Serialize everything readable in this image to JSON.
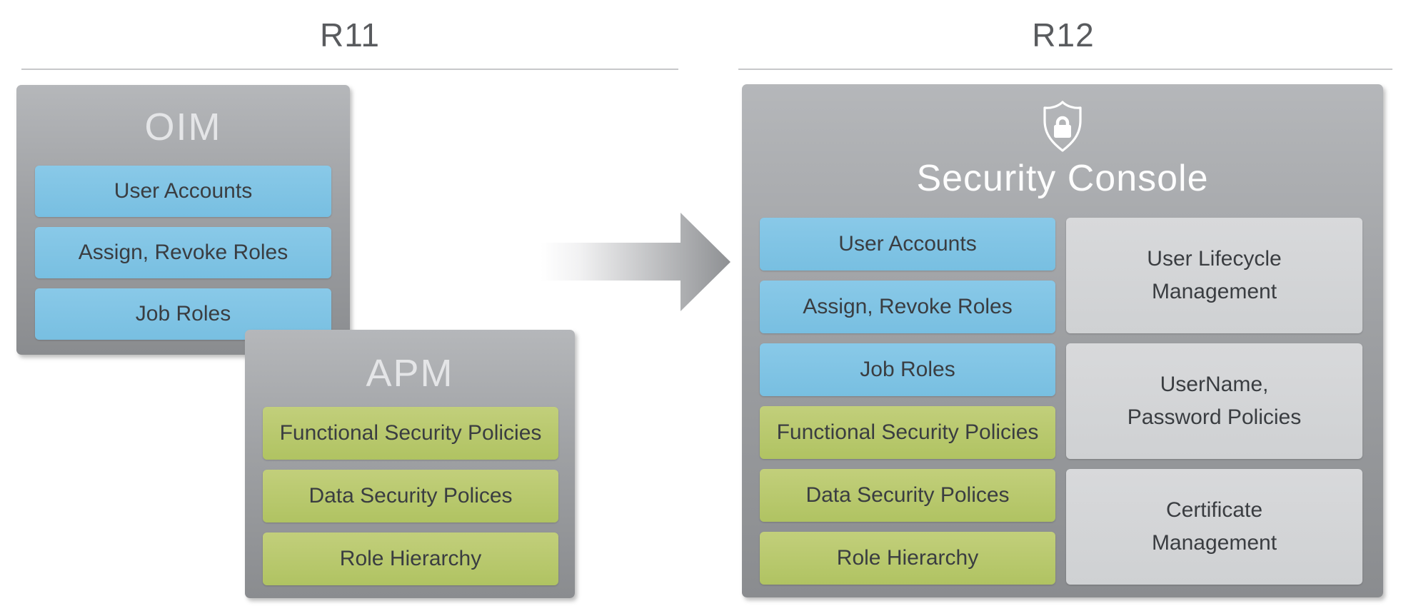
{
  "r11": {
    "title": "R11",
    "oim": {
      "title": "OIM",
      "items": [
        "User Accounts",
        "Assign, Revoke Roles",
        "Job Roles"
      ]
    },
    "apm": {
      "title": "APM",
      "items": [
        "Functional Security Policies",
        "Data Security Polices",
        "Role Hierarchy"
      ]
    }
  },
  "r12": {
    "title": "R12",
    "security_console": {
      "title": "Security Console",
      "icon": "shield-lock-icon",
      "left_items": [
        "User Accounts",
        "Assign, Revoke Roles",
        "Job Roles",
        "Functional Security Policies",
        "Data Security Polices",
        "Role Hierarchy"
      ],
      "right_items": [
        {
          "line1": "User Lifecycle",
          "line2": "Management"
        },
        {
          "line1": "UserName,",
          "line2": "Password Policies"
        },
        {
          "line1": "Certificate",
          "line2": "Management"
        }
      ]
    }
  },
  "colors": {
    "blue_item": "#7FC4E5",
    "green_item": "#B9CA6E",
    "gray_item": "#D3D5D6",
    "container_top": "#B5B7BA",
    "container_bottom": "#8A8C8F",
    "heading_text": "#595B5E",
    "item_text": "#3A3D41",
    "arrow_end": "#8E9093"
  }
}
